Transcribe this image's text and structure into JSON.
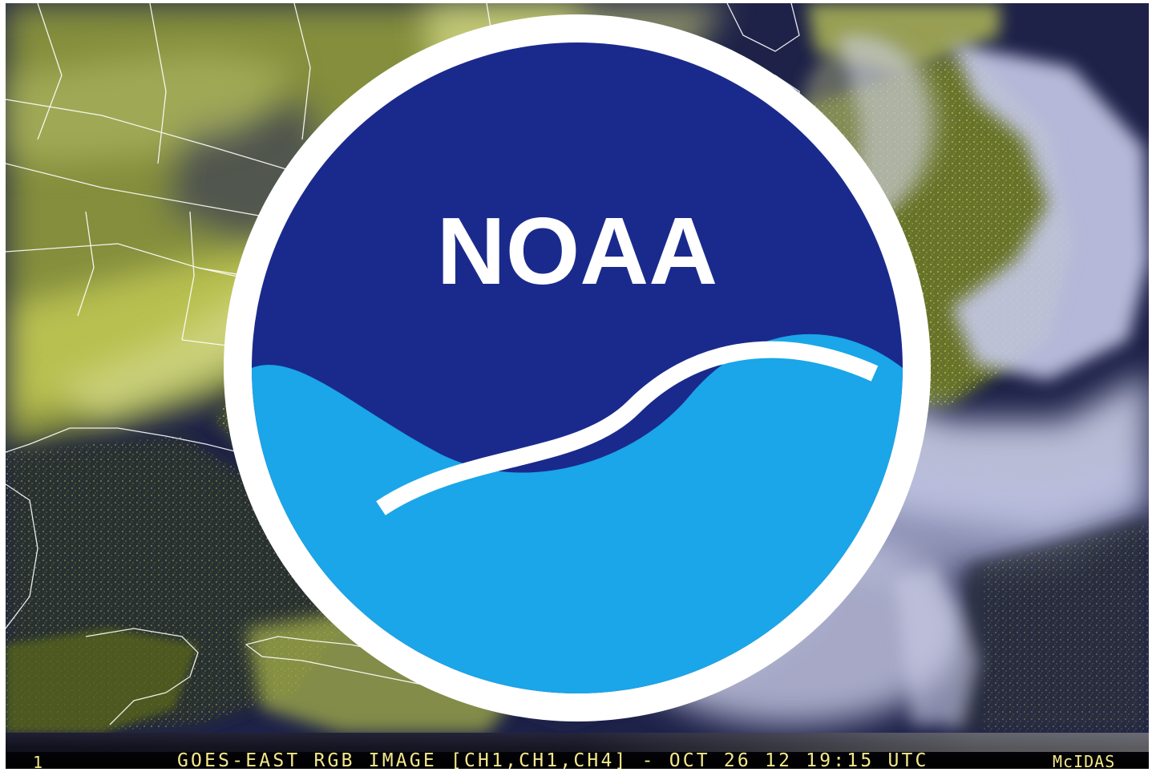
{
  "logo": {
    "text": "NOAA"
  },
  "image": {
    "subject": "Satellite RGB composite of eastern North America, Atlantic and Caribbean"
  },
  "caption": {
    "frame_number": "1",
    "text": "GOES-EAST RGB IMAGE [CH1,CH1,CH4] - OCT 26 12 19:15 UTC",
    "software": "McIDAS"
  },
  "colors": {
    "caption_text": "#f4e88a",
    "land_yellow": "#c8cf4a",
    "cloud_white": "#d9dcf0",
    "ocean_navy": "#1c2044",
    "border_white": "#ffffff"
  }
}
